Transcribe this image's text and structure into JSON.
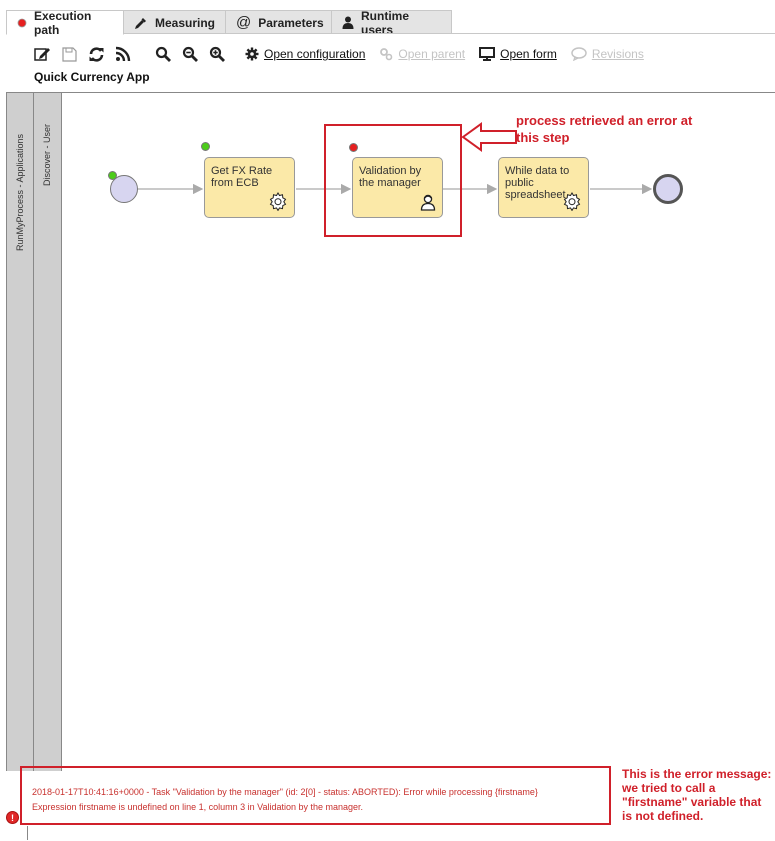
{
  "tabs": [
    {
      "label": "Execution path",
      "icon": "red-dot-icon",
      "active": true
    },
    {
      "label": "Measuring",
      "icon": "dropper-icon",
      "active": false
    },
    {
      "label": "Parameters",
      "icon": "at-sign-icon",
      "active": false
    },
    {
      "label": "Runtime users",
      "icon": "user-icon",
      "active": false
    }
  ],
  "toolbar": {
    "icons": [
      "edit-icon",
      "save-icon",
      "refresh-icon",
      "rss-icon",
      "search-icon",
      "zoom-out-icon",
      "zoom-in-icon"
    ],
    "open_configuration": "Open configuration",
    "open_parent": "Open parent",
    "open_form": "Open form",
    "revisions": "Revisions"
  },
  "app_name": "Quick Currency App",
  "lanes": {
    "pool": "RunMyProcess - Applications",
    "role": "Discover - User"
  },
  "tasks": [
    {
      "label": "Get FX Rate from ECB",
      "type": "service",
      "status": "ok"
    },
    {
      "label": "Validation by the manager",
      "type": "user",
      "status": "error"
    },
    {
      "label": "While data to public spreadsheet",
      "type": "service",
      "status": "none"
    }
  ],
  "annotations": {
    "step_error": "process retrieved an error at this step",
    "message_note": "This is the error message: we tried to call a \"firstname\" variable that is not defined."
  },
  "log": {
    "line1": "2018-01-17T10:41:16+0000 - Task \"Validation by the manager\" (id: 2[0] - status: ABORTED): Error while processing {firstname}",
    "line2": "Expression firstname is undefined on line 1, column 3 in Validation by the manager."
  },
  "colors": {
    "accent": "#d0202a",
    "task_fill": "#fbe9a8",
    "event_fill": "#d7d5f0",
    "ok": "#4ccc1a",
    "error": "#e62020"
  }
}
